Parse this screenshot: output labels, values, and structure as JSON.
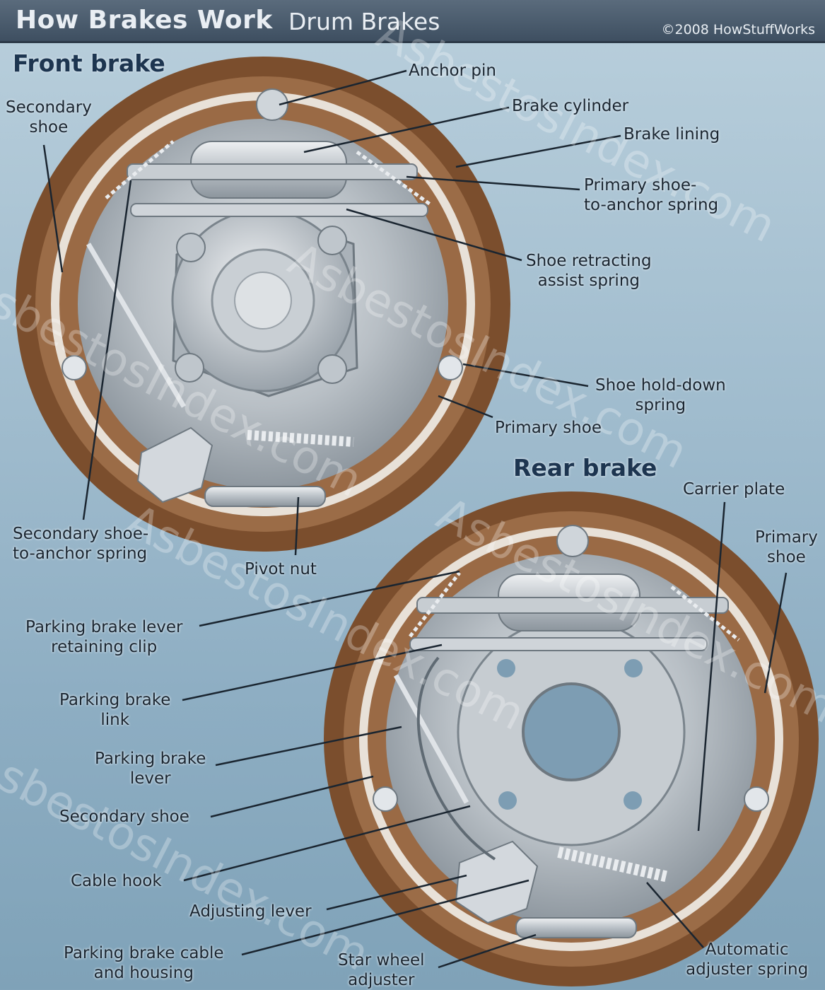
{
  "header": {
    "title": "How Brakes Work",
    "subtitle": "Drum Brakes",
    "copyright": "©2008 HowStuffWorks"
  },
  "front": {
    "title": "Front brake",
    "labels": {
      "anchor_pin": "Anchor pin",
      "brake_cylinder": "Brake cylinder",
      "brake_lining": "Brake lining",
      "primary_shoe_anchor_spring": "Primary shoe-\nto-anchor spring",
      "shoe_retracting": "Shoe retracting\nassist spring",
      "shoe_holddown": "Shoe hold-down\nspring",
      "primary_shoe": "Primary shoe",
      "secondary_shoe": "Secondary\nshoe",
      "secondary_shoe_anchor_spring": "Secondary shoe-\nto-anchor spring",
      "pivot_nut": "Pivot nut"
    }
  },
  "rear": {
    "title": "Rear brake",
    "labels": {
      "carrier_plate": "Carrier plate",
      "primary_shoe": "Primary\nshoe",
      "pb_lever_clip": "Parking brake lever\nretaining clip",
      "pb_link": "Parking brake\nlink",
      "pb_lever": "Parking brake\nlever",
      "secondary_shoe": "Secondary shoe",
      "cable_hook": "Cable hook",
      "adjusting_lever": "Adjusting lever",
      "pb_cable": "Parking brake cable\nand housing",
      "star_wheel": "Star wheel\nadjuster",
      "auto_adjuster": "Automatic\nadjuster spring"
    }
  },
  "watermark": "AsbestosIndex.com",
  "colors": {
    "drum": "#8a5a36",
    "lining": "#a87a55",
    "backing": "#b9c0c6",
    "metal": "#d4d9de"
  }
}
